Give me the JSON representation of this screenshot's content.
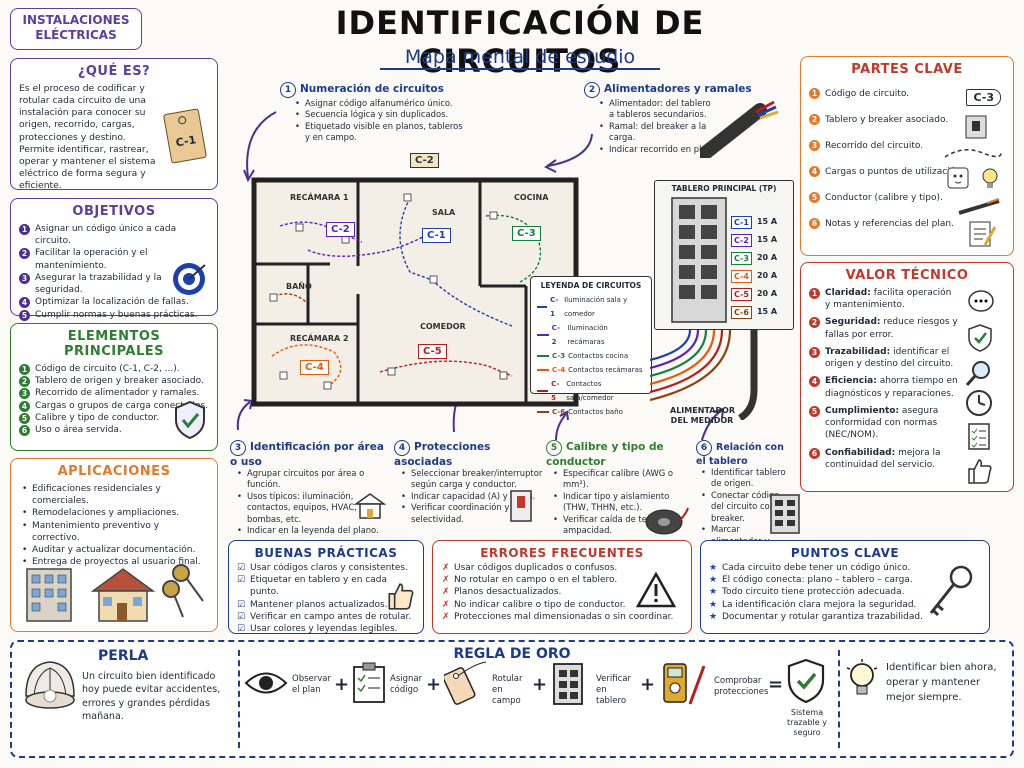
{
  "tag": "INSTALACIONES ELÉCTRICAS",
  "title": "IDENTIFICACIÓN DE CIRCUITOS",
  "subtitle": "Mapa mental de estudio",
  "que_es": {
    "title": "¿QUÉ ES?",
    "text": "Es el proceso de codificar y rotular cada circuito de una instalación para conocer su origen, recorrido, cargas, protecciones y destino. Permite identificar, rastrear, operar y mantener el sistema eléctrico de forma segura y eficiente.",
    "tag": "C-1"
  },
  "objetivos": {
    "title": "OBJETIVOS",
    "items": [
      "Asignar un código único a cada circuito.",
      "Facilitar la operación y el mantenimiento.",
      "Asegurar la trazabilidad y la seguridad.",
      "Optimizar la localización de fallas.",
      "Cumplir normas y buenas prácticas."
    ]
  },
  "elementos": {
    "title": "ELEMENTOS PRINCIPALES",
    "items": [
      "Código de circuito (C-1, C-2, ...).",
      "Tablero de origen y breaker asociado.",
      "Recorrido de alimentador y ramales.",
      "Cargas o grupos de carga conectados.",
      "Calibre y tipo de conductor.",
      "Uso o área servida."
    ]
  },
  "aplicaciones": {
    "title": "APLICACIONES",
    "items": [
      "Edificaciones residenciales y comerciales.",
      "Remodelaciones y ampliaciones.",
      "Mantenimiento preventivo y correctivo.",
      "Auditar y actualizar documentación.",
      "Entrega de proyectos al usuario final."
    ]
  },
  "partes": {
    "title": "PARTES CLAVE",
    "items": [
      "Código de circuito.",
      "Tablero y breaker asociado.",
      "Recorrido del circuito.",
      "Cargas o puntos de utilización.",
      "Conductor (calibre y tipo).",
      "Notas y referencias del plan."
    ],
    "tag": "C-3"
  },
  "valor": {
    "title": "VALOR TÉCNICO",
    "items": [
      {
        "b": "Claridad:",
        "t": " facilita operación y mantenimiento."
      },
      {
        "b": "Seguridad:",
        "t": " reduce riesgos y fallas por error."
      },
      {
        "b": "Trazabilidad:",
        "t": " identificar el origen y destino del circuito."
      },
      {
        "b": "Eficiencia:",
        "t": " ahorra tiempo en diagnósticos y reparaciones."
      },
      {
        "b": "Cumplimiento:",
        "t": " asegura conformidad con normas (NEC/NOM)."
      },
      {
        "b": "Confiabilidad:",
        "t": " mejora la continuidad del servicio."
      }
    ]
  },
  "s1": {
    "num": "1",
    "title": "Numeración de circuitos",
    "items": [
      "Asignar código alfanumérico único.",
      "Secuencia lógica y sin duplicados.",
      "Etiquetado visible en planos, tableros y en campo."
    ]
  },
  "s2": {
    "num": "2",
    "title": "Alimentadores y ramales",
    "items": [
      "Alimentador: del tablero a tableros secundarios.",
      "Ramal: del breaker a la carga.",
      "Indicar recorrido en plan."
    ]
  },
  "s3": {
    "num": "3",
    "title": "Identificación por área o uso",
    "items": [
      "Agrupar circuitos por área o función.",
      "Usos típicos: iluminación, contactos, equipos, HVAC, bombas, etc.",
      "Indicar en la leyenda del plano."
    ]
  },
  "s4": {
    "num": "4",
    "title": "Protecciones asociadas",
    "items": [
      "Seleccionar breaker/interruptor según carga y conductor.",
      "Indicar capacidad (A) y polos.",
      "Verificar coordinación y selectividad."
    ]
  },
  "s5": {
    "num": "5",
    "title": "Calibre y tipo de conductor",
    "items": [
      "Especificar calibre (AWG o mm²).",
      "Indicar tipo y aislamiento (THW, THHN, etc.).",
      "Verificar caída de tensión y ampacidad."
    ]
  },
  "s6": {
    "num": "6",
    "title": "Relación con el tablero",
    "items": [
      "Identificar tablero de origen.",
      "Conectar código del circuito con su breaker.",
      "Marcar alimentador y circuitos derivados."
    ]
  },
  "plano": {
    "rooms": [
      "RECÁMARA 1",
      "SALA",
      "COCINA",
      "BAÑO",
      "RECÁMARA 2",
      "COMEDOR"
    ],
    "tags": [
      "C-2",
      "C-1",
      "C-3",
      "C-4",
      "C-5",
      "C-2"
    ],
    "legend_title": "LEYENDA DE CIRCUITOS",
    "legend": [
      {
        "code": "C-1",
        "desc": "Iluminación sala y comedor",
        "color": "#1e40af"
      },
      {
        "code": "C-2",
        "desc": "Iluminación recámaras",
        "color": "#5b21b6"
      },
      {
        "code": "C-3",
        "desc": "Contactos cocina",
        "color": "#15803d"
      },
      {
        "code": "C-4",
        "desc": "Contactos recámaras",
        "color": "#ea580c"
      },
      {
        "code": "C-5",
        "desc": "Contactos sala/comedor",
        "color": "#b91c1c"
      },
      {
        "code": "C-6",
        "desc": "Contactos baño",
        "color": "#92400e"
      }
    ]
  },
  "tablero": {
    "title": "TABLERO PRINCIPAL (TP)",
    "rows": [
      {
        "code": "C-1",
        "amps": "15 A",
        "color": "#1e40af"
      },
      {
        "code": "C-2",
        "amps": "15 A",
        "color": "#5b21b6"
      },
      {
        "code": "C-3",
        "amps": "20 A",
        "color": "#15803d"
      },
      {
        "code": "C-4",
        "amps": "20 A",
        "color": "#ea580c"
      },
      {
        "code": "C-5",
        "amps": "20 A",
        "color": "#b91c1c"
      },
      {
        "code": "C-6",
        "amps": "15 A",
        "color": "#92400e"
      }
    ],
    "medidor": "ALIMENTADOR DEL MEDIDOR"
  },
  "buenas": {
    "title": "BUENAS PRÁCTICAS",
    "items": [
      "Usar códigos claros y consistentes.",
      "Etiquetar en tablero y en cada punto.",
      "Mantener planos actualizados.",
      "Verificar en campo antes de rotular.",
      "Usar colores y leyendas legibles."
    ]
  },
  "errores": {
    "title": "ERRORES FRECUENTES",
    "items": [
      "Usar códigos duplicados o confusos.",
      "No rotular en campo o en el tablero.",
      "Planos desactualizados.",
      "No indicar calibre o tipo de conductor.",
      "Protecciones mal dimensionadas o sin coordinar."
    ]
  },
  "puntos": {
    "title": "PUNTOS CLAVE",
    "items": [
      "Cada circuito debe tener un código único.",
      "El código conecta: plano – tablero – carga.",
      "Todo circuito tiene protección adecuada.",
      "La identificación clara mejora la seguridad.",
      "Documentar y rotular garantiza trazabilidad."
    ]
  },
  "perla": {
    "title": "PERLA",
    "text": "Un circuito bien identificado hoy puede evitar accidentes, errores y grandes pérdidas mañana."
  },
  "regla": {
    "title": "REGLA DE ORO",
    "steps": [
      "Observar el plan",
      "Asignar código",
      "Rotular en campo",
      "Verificar en tablero",
      "Comprobar protecciones"
    ],
    "result": "Sistema trazable y seguro",
    "quote": "Identificar bien ahora, operar y mantener mejor siempre."
  },
  "colors": {
    "purple": "#5b3fa0",
    "orange": "#e07b2c",
    "green": "#2f7d32",
    "red": "#c0392b",
    "blue": "#1e3a8a"
  }
}
